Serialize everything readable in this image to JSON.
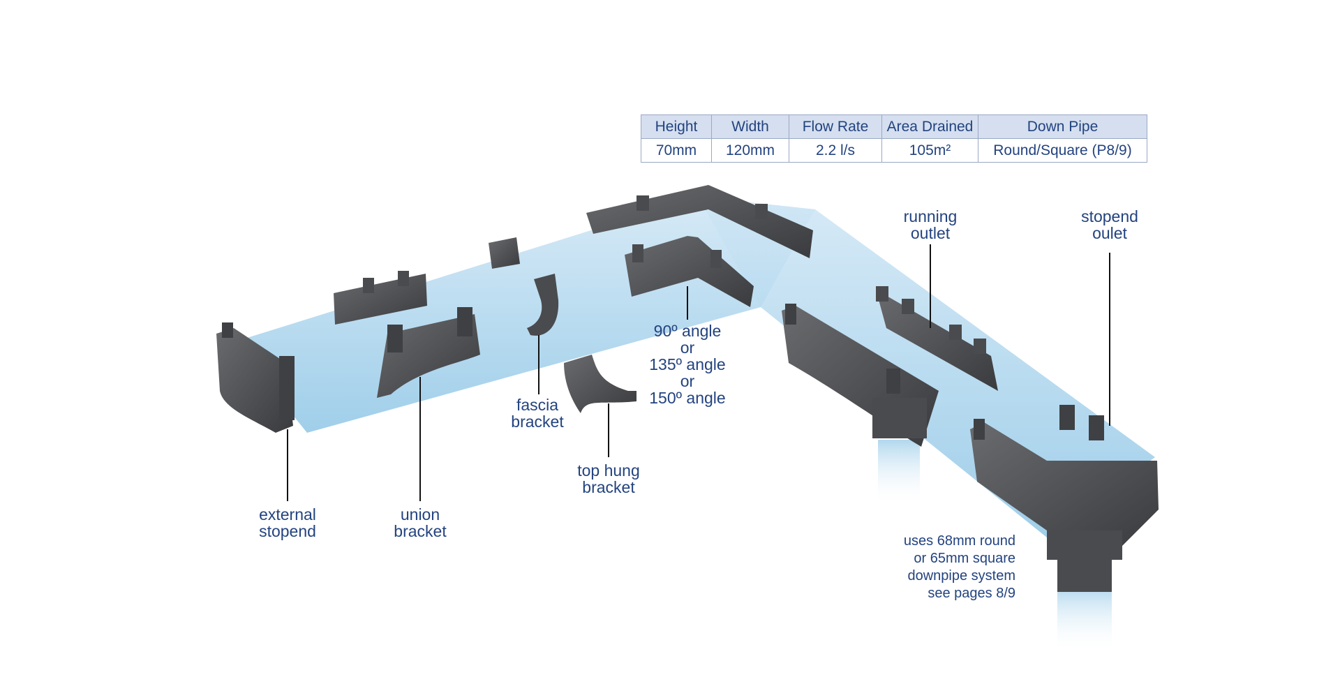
{
  "spec_table": {
    "headers": [
      "Height",
      "Width",
      "Flow Rate",
      "Area Drained",
      "Down Pipe"
    ],
    "values": [
      "70mm",
      "120mm",
      "2.2 l/s",
      "105m²",
      "Round/Square (P8/9)"
    ]
  },
  "labels": {
    "external_stopend": "external\nstopend",
    "union_bracket": "union\nbracket",
    "fascia_bracket": "fascia\nbracket",
    "top_hung_bracket": "top hung\nbracket",
    "angle": "90º angle\nor\n135º angle\nor\n150º angle",
    "running_outlet": "running\noutlet",
    "stopend_outlet": "stopend\noulet",
    "downpipe_note": "uses 68mm round\nor 65mm square\ndownpipe system\nsee pages 8/9"
  },
  "colors": {
    "label_text": "#23437f",
    "gutter_body": "#4a4b4e",
    "water_tint": "#a9d3ec",
    "table_header_bg": "#d5dff0",
    "table_border": "#9aa8c4"
  }
}
